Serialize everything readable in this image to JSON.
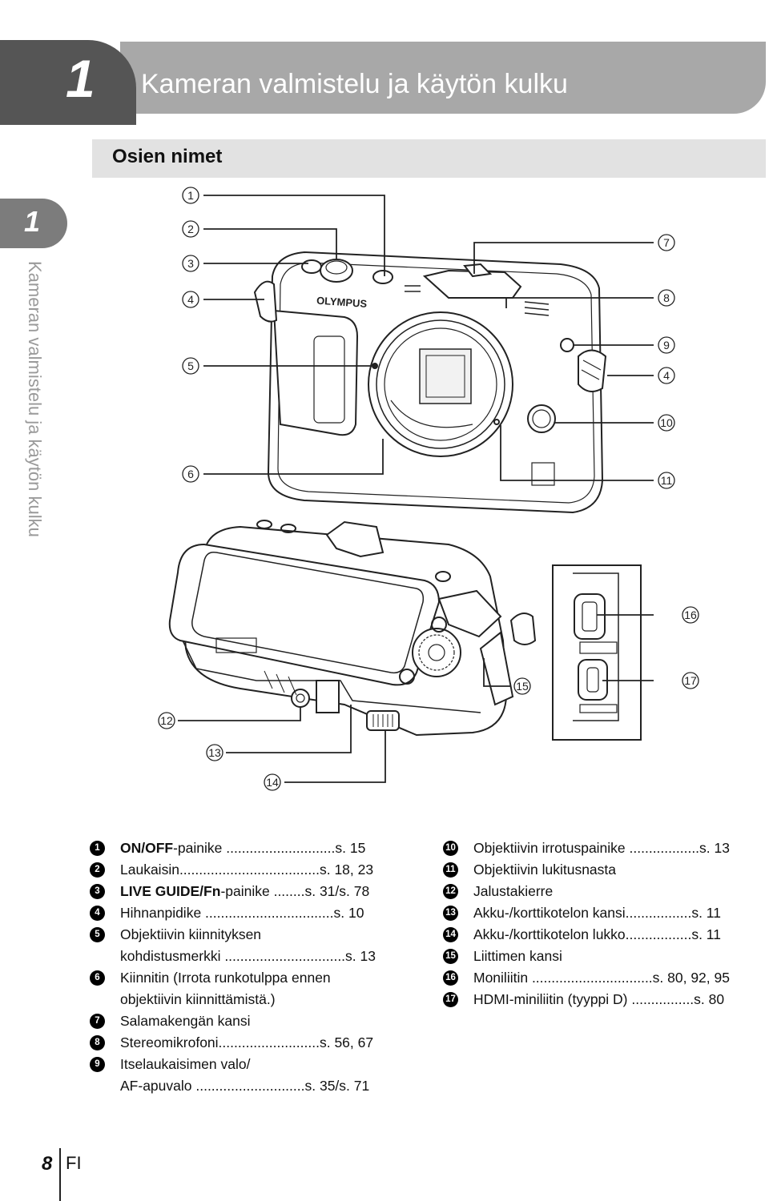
{
  "chapter": {
    "number": "1",
    "title": "Kameran valmistelu ja käytön kulku"
  },
  "section": {
    "title": "Osien nimet"
  },
  "side_tab": {
    "number": "1",
    "title": "Kameran valmistelu ja käytön kulku"
  },
  "diagram": {
    "brand": "OLYMPUS",
    "markers": [
      "1",
      "2",
      "3",
      "4",
      "5",
      "6",
      "7",
      "8",
      "9",
      "4",
      "10",
      "11",
      "12",
      "13",
      "14",
      "15",
      "16",
      "17"
    ]
  },
  "legend": {
    "left": [
      {
        "num": "1",
        "bold": "ON/OFF",
        "text": "-painike ............................s. 15"
      },
      {
        "num": "2",
        "bold": "",
        "text": "Laukaisin....................................s. 18, 23"
      },
      {
        "num": "3",
        "bold": "LIVE GUIDE/Fn",
        "text": "-painike ........s. 31/s. 78"
      },
      {
        "num": "4",
        "bold": "",
        "text": "Hihnanpidike .................................s. 10"
      },
      {
        "num": "5",
        "bold": "",
        "text": "Objektiivin kiinnityksen"
      },
      {
        "num": "",
        "bold": "",
        "text": "kohdistusmerkki ...............................s. 13"
      },
      {
        "num": "6",
        "bold": "",
        "text": "Kiinnitin (Irrota runkotulppa ennen"
      },
      {
        "num": "",
        "bold": "",
        "text": "objektiivin kiinnittämistä.)"
      },
      {
        "num": "7",
        "bold": "",
        "text": "Salamakengän kansi"
      },
      {
        "num": "8",
        "bold": "",
        "text": "Stereomikrofoni..........................s. 56, 67"
      },
      {
        "num": "9",
        "bold": "",
        "text": "Itselaukaisimen valo/"
      },
      {
        "num": "",
        "bold": "",
        "text": "AF-apuvalo ............................s. 35/s. 71"
      }
    ],
    "right": [
      {
        "num": "10",
        "text": "Objektiivin irrotuspainike ..................s. 13"
      },
      {
        "num": "11",
        "text": "Objektiivin lukitusnasta"
      },
      {
        "num": "12",
        "text": "Jalustakierre"
      },
      {
        "num": "13",
        "text": "Akku-/korttikotelon kansi.................s. 11"
      },
      {
        "num": "14",
        "text": "Akku-/korttikotelon lukko.................s. 11"
      },
      {
        "num": "15",
        "text": "Liittimen kansi"
      },
      {
        "num": "16",
        "text": "Moniliitin ...............................s. 80, 92, 95"
      },
      {
        "num": "17",
        "text": "HDMI-miniliitin (tyyppi D) ................s. 80"
      }
    ]
  },
  "footer": {
    "page_number": "8",
    "language": "FI"
  }
}
